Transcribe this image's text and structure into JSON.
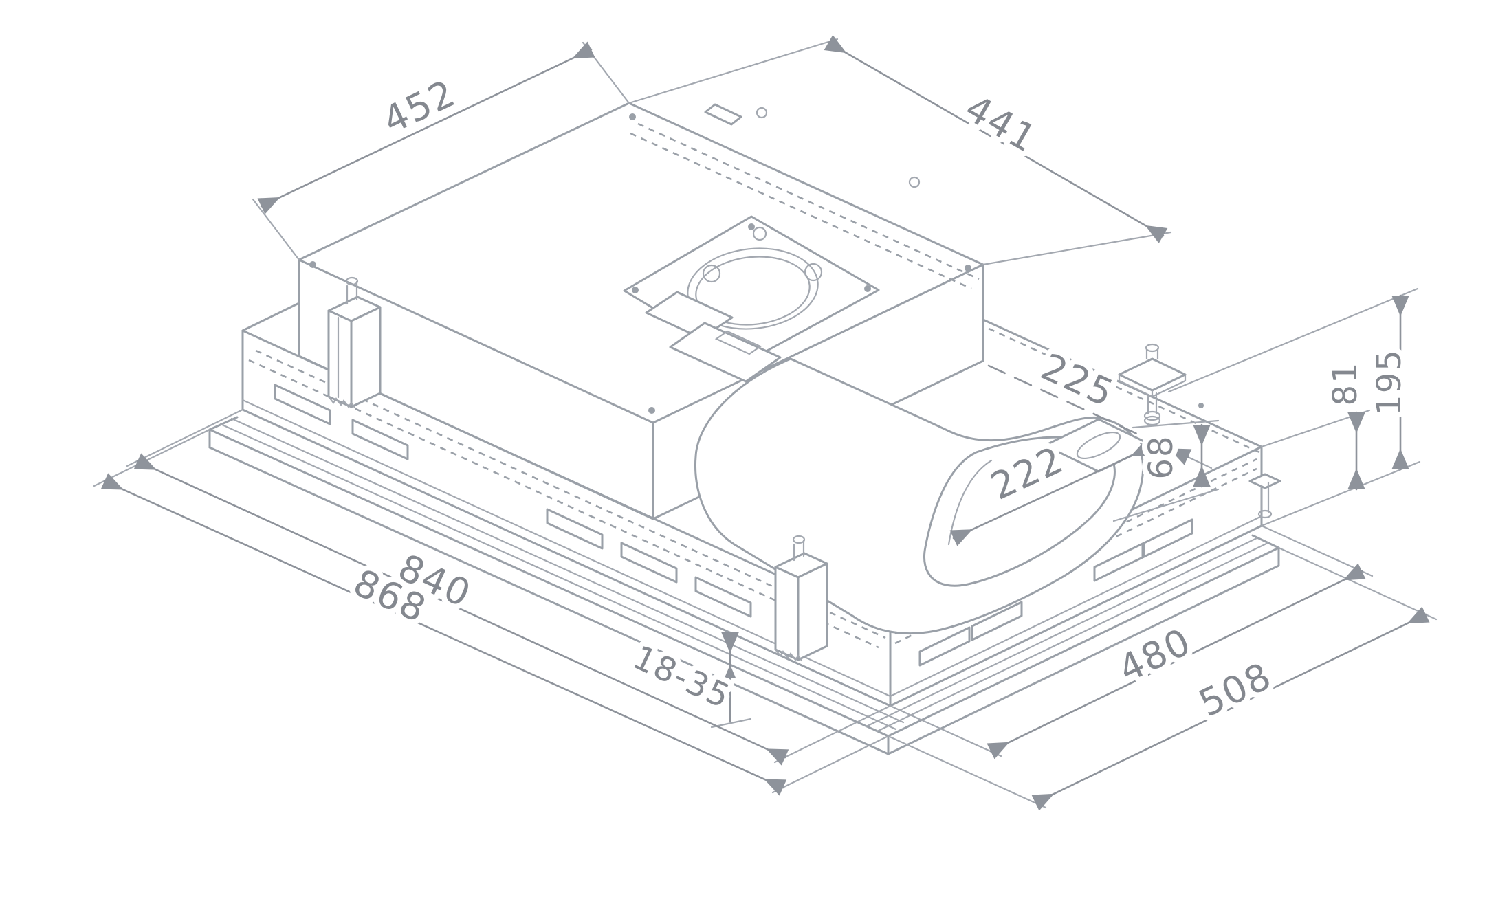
{
  "diagram": {
    "type": "technical-dimension-drawing",
    "subject": "ceiling-built-in-extractor-hood-isometric-view",
    "units": "mm",
    "colors": {
      "background": "#ffffff",
      "line": "#9aa0a8",
      "dimension_line": "#8e939b",
      "label_text": "#84888f"
    },
    "dimensions": {
      "top_box_width": "452",
      "top_box_depth": "441",
      "bracket_offset": "225",
      "duct_width": "222",
      "duct_height": "68",
      "lower_body_height": "81",
      "total_height": "195",
      "body_width": "840",
      "panel_width": "868",
      "recess_adjust_range": "18-35",
      "body_depth": "480",
      "panel_depth": "508"
    }
  }
}
